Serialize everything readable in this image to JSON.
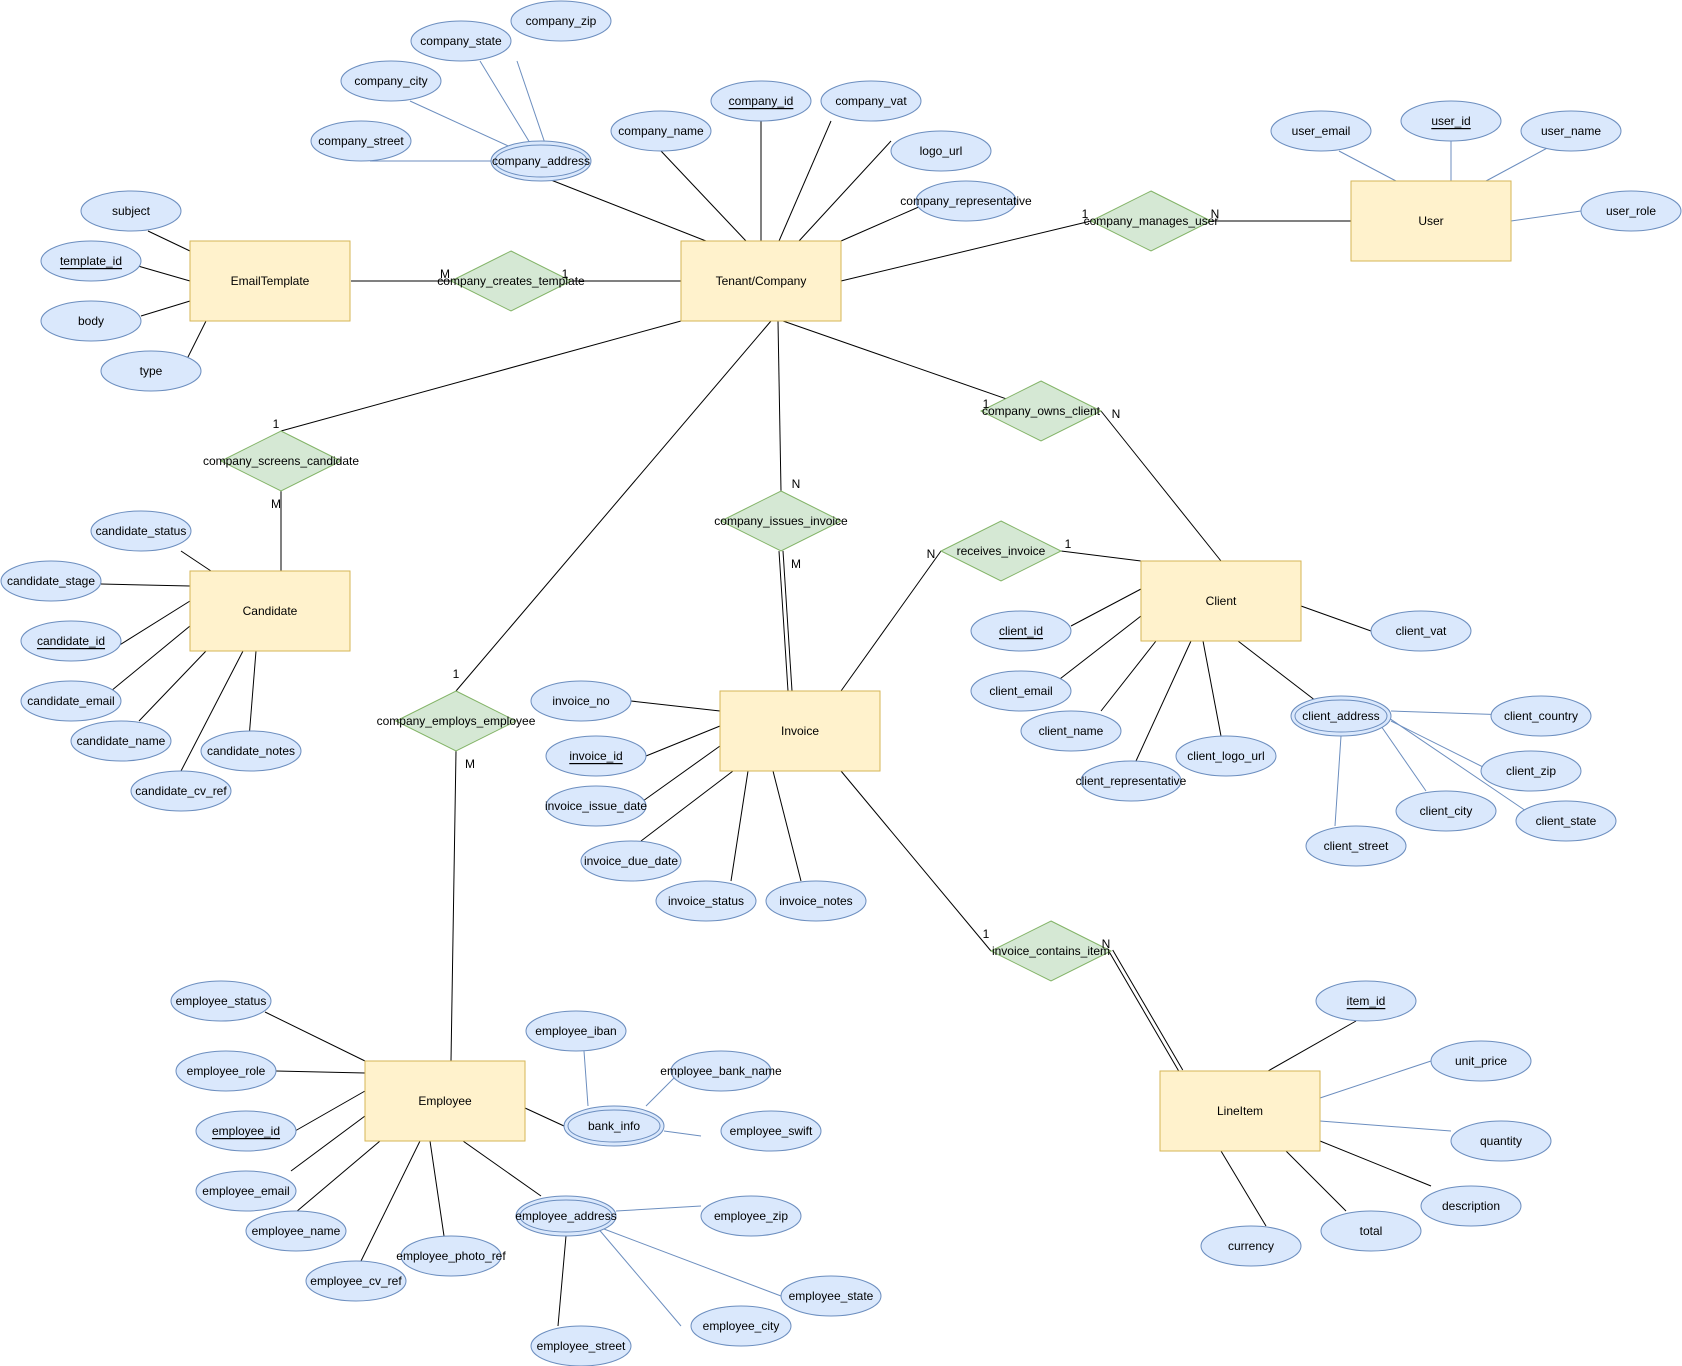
{
  "entities": [
    {
      "id": "EmailTemplate",
      "label": "EmailTemplate"
    },
    {
      "id": "Tenant",
      "label": "Tenant/Company"
    },
    {
      "id": "User",
      "label": "User"
    },
    {
      "id": "Candidate",
      "label": "Candidate"
    },
    {
      "id": "Invoice",
      "label": "Invoice"
    },
    {
      "id": "Client",
      "label": "Client"
    },
    {
      "id": "Employee",
      "label": "Employee"
    },
    {
      "id": "LineItem",
      "label": "LineItem"
    }
  ],
  "relationships": [
    {
      "id": "company_creates_template",
      "label": "company_creates_template"
    },
    {
      "id": "company_manages_user",
      "label": "company_manages_user"
    },
    {
      "id": "company_screens_candidate",
      "label": "company_screens_candidate"
    },
    {
      "id": "company_owns_client",
      "label": "company_owns_client"
    },
    {
      "id": "company_issues_invoice",
      "label": "company_issues_invoice"
    },
    {
      "id": "receives_invoice",
      "label": "receives_invoice"
    },
    {
      "id": "company_employs_employee",
      "label": "company_employs_employee"
    },
    {
      "id": "invoice_contains_item",
      "label": "invoice_contains_item"
    }
  ],
  "attributes": [
    {
      "id": "company_zip",
      "label": "company_zip",
      "key": false,
      "multi": false
    },
    {
      "id": "company_state",
      "label": "company_state",
      "key": false,
      "multi": false
    },
    {
      "id": "company_city",
      "label": "company_city",
      "key": false,
      "multi": false
    },
    {
      "id": "company_street",
      "label": "company_street",
      "key": false,
      "multi": false
    },
    {
      "id": "company_address",
      "label": "company_address",
      "key": false,
      "multi": true
    },
    {
      "id": "company_name",
      "label": "company_name",
      "key": false,
      "multi": false
    },
    {
      "id": "company_id",
      "label": "company_id",
      "key": true,
      "multi": false
    },
    {
      "id": "company_vat",
      "label": "company_vat",
      "key": false,
      "multi": false
    },
    {
      "id": "logo_url",
      "label": "logo_url",
      "key": false,
      "multi": false
    },
    {
      "id": "company_representative",
      "label": "company_representative",
      "key": false,
      "multi": false
    },
    {
      "id": "subject",
      "label": "subject",
      "key": false,
      "multi": false
    },
    {
      "id": "template_id",
      "label": "template_id",
      "key": true,
      "multi": false
    },
    {
      "id": "body",
      "label": "body",
      "key": false,
      "multi": false
    },
    {
      "id": "type",
      "label": "type",
      "key": false,
      "multi": false
    },
    {
      "id": "user_email",
      "label": "user_email",
      "key": false,
      "multi": false
    },
    {
      "id": "user_id",
      "label": "user_id",
      "key": true,
      "multi": false
    },
    {
      "id": "user_name",
      "label": "user_name",
      "key": false,
      "multi": false
    },
    {
      "id": "user_role",
      "label": "user_role",
      "key": false,
      "multi": false
    },
    {
      "id": "candidate_status",
      "label": "candidate_status",
      "key": false,
      "multi": false
    },
    {
      "id": "candidate_stage",
      "label": "candidate_stage",
      "key": false,
      "multi": false
    },
    {
      "id": "candidate_id",
      "label": "candidate_id",
      "key": true,
      "multi": false
    },
    {
      "id": "candidate_email",
      "label": "candidate_email",
      "key": false,
      "multi": false
    },
    {
      "id": "candidate_name",
      "label": "candidate_name",
      "key": false,
      "multi": false
    },
    {
      "id": "candidate_notes",
      "label": "candidate_notes",
      "key": false,
      "multi": false
    },
    {
      "id": "candidate_cv_ref",
      "label": "candidate_cv_ref",
      "key": false,
      "multi": false
    },
    {
      "id": "invoice_no",
      "label": "invoice_no",
      "key": false,
      "multi": false
    },
    {
      "id": "invoice_id",
      "label": "invoice_id",
      "key": true,
      "multi": false
    },
    {
      "id": "invoice_issue_date",
      "label": "invoice_issue_date",
      "key": false,
      "multi": false
    },
    {
      "id": "invoice_due_date",
      "label": "invoice_due_date",
      "key": false,
      "multi": false
    },
    {
      "id": "invoice_status",
      "label": "invoice_status",
      "key": false,
      "multi": false
    },
    {
      "id": "invoice_notes",
      "label": "invoice_notes",
      "key": false,
      "multi": false
    },
    {
      "id": "client_id",
      "label": "client_id",
      "key": true,
      "multi": false
    },
    {
      "id": "client_vat",
      "label": "client_vat",
      "key": false,
      "multi": false
    },
    {
      "id": "client_email",
      "label": "client_email",
      "key": false,
      "multi": false
    },
    {
      "id": "client_name",
      "label": "client_name",
      "key": false,
      "multi": false
    },
    {
      "id": "client_representative",
      "label": "client_representative",
      "key": false,
      "multi": false
    },
    {
      "id": "client_logo_url",
      "label": "client_logo_url",
      "key": false,
      "multi": false
    },
    {
      "id": "client_address",
      "label": "client_address",
      "key": false,
      "multi": true
    },
    {
      "id": "client_country",
      "label": "client_country",
      "key": false,
      "multi": false
    },
    {
      "id": "client_zip",
      "label": "client_zip",
      "key": false,
      "multi": false
    },
    {
      "id": "client_city",
      "label": "client_city",
      "key": false,
      "multi": false
    },
    {
      "id": "client_state",
      "label": "client_state",
      "key": false,
      "multi": false
    },
    {
      "id": "client_street",
      "label": "client_street",
      "key": false,
      "multi": false
    },
    {
      "id": "employee_status",
      "label": "employee_status",
      "key": false,
      "multi": false
    },
    {
      "id": "employee_role",
      "label": "employee_role",
      "key": false,
      "multi": false
    },
    {
      "id": "employee_id",
      "label": "employee_id",
      "key": true,
      "multi": false
    },
    {
      "id": "employee_email",
      "label": "employee_email",
      "key": false,
      "multi": false
    },
    {
      "id": "employee_name",
      "label": "employee_name",
      "key": false,
      "multi": false
    },
    {
      "id": "employee_cv_ref",
      "label": "employee_cv_ref",
      "key": false,
      "multi": false
    },
    {
      "id": "employee_photo_ref",
      "label": "employee_photo_ref",
      "key": false,
      "multi": false
    },
    {
      "id": "employee_iban",
      "label": "employee_iban",
      "key": false,
      "multi": false
    },
    {
      "id": "employee_bank_name",
      "label": "employee_bank_name",
      "key": false,
      "multi": false
    },
    {
      "id": "bank_info",
      "label": "bank_info",
      "key": false,
      "multi": true
    },
    {
      "id": "employee_swift",
      "label": "employee_swift",
      "key": false,
      "multi": false
    },
    {
      "id": "employee_address",
      "label": "employee_address",
      "key": false,
      "multi": true
    },
    {
      "id": "employee_zip",
      "label": "employee_zip",
      "key": false,
      "multi": false
    },
    {
      "id": "employee_state",
      "label": "employee_state",
      "key": false,
      "multi": false
    },
    {
      "id": "employee_city",
      "label": "employee_city",
      "key": false,
      "multi": false
    },
    {
      "id": "employee_street",
      "label": "employee_street",
      "key": false,
      "multi": false
    },
    {
      "id": "item_id",
      "label": "item_id",
      "key": true,
      "multi": false
    },
    {
      "id": "unit_price",
      "label": "unit_price",
      "key": false,
      "multi": false
    },
    {
      "id": "quantity",
      "label": "quantity",
      "key": false,
      "multi": false
    },
    {
      "id": "description",
      "label": "description",
      "key": false,
      "multi": false
    },
    {
      "id": "total",
      "label": "total",
      "key": false,
      "multi": false
    },
    {
      "id": "currency",
      "label": "currency",
      "key": false,
      "multi": false
    }
  ],
  "cardinalities": [
    {
      "id": "ct_m",
      "label": "M"
    },
    {
      "id": "ct_1",
      "label": "1"
    },
    {
      "id": "mu_1",
      "label": "1"
    },
    {
      "id": "mu_n",
      "label": "N"
    },
    {
      "id": "sc_1",
      "label": "1"
    },
    {
      "id": "sc_m",
      "label": "M"
    },
    {
      "id": "oc_1",
      "label": "1"
    },
    {
      "id": "oc_n",
      "label": "N"
    },
    {
      "id": "ii_n",
      "label": "N"
    },
    {
      "id": "ii_m",
      "label": "M"
    },
    {
      "id": "ri_n",
      "label": "N"
    },
    {
      "id": "ri_1",
      "label": "1"
    },
    {
      "id": "ee_1",
      "label": "1"
    },
    {
      "id": "ee_m",
      "label": "M"
    },
    {
      "id": "ic_1",
      "label": "1"
    },
    {
      "id": "ic_n",
      "label": "N"
    }
  ],
  "colors": {
    "entity_fill": "#fff2cc",
    "entity_stroke": "#d6b656",
    "relationship_fill": "#d5e8d4",
    "relationship_stroke": "#82b366",
    "attribute_fill": "#dae8fc",
    "attribute_stroke": "#6c8ebf"
  }
}
